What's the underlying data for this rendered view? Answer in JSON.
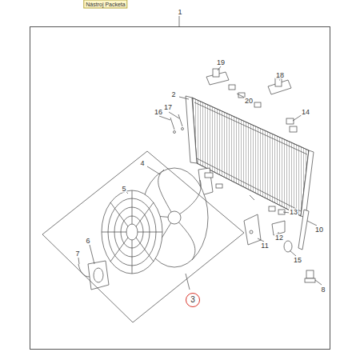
{
  "diagram": {
    "nodes": [
      {
        "text": [
          "1"
        ]
      },
      {
        "text": [
          "3"
        ],
        "in": 0
      }
    ],
    "labels": [
      "Nástroj Packeta",
      "2",
      "4",
      "5",
      "6",
      "7",
      "8",
      "10",
      "11",
      "12",
      "13",
      "14",
      "15",
      "16",
      "17",
      "18",
      "19",
      "20"
    ]
  }
}
